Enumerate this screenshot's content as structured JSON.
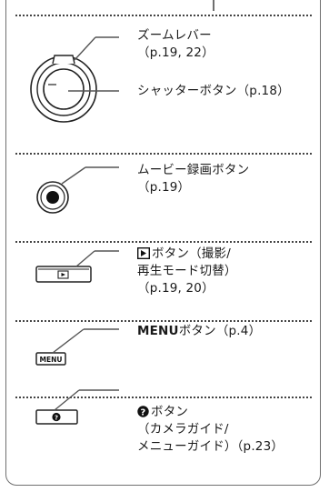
{
  "colors": {
    "line": "#6f6f6f",
    "ink": "#1a1a1a",
    "leader": "#555555"
  },
  "sections": [
    {
      "id": "zoom-shutter",
      "icon": "zoom-lever-shutter-button-icon",
      "labels": [
        {
          "line1": "ズームレバー",
          "line2": "（p.19, 22）"
        },
        {
          "line1": "シャッターボタン（p.18）"
        }
      ]
    },
    {
      "id": "movie",
      "icon": "movie-record-button-icon",
      "line1": "ムービー録画ボタン",
      "line2": "（p.19）"
    },
    {
      "id": "playback",
      "icon": "playback-button-icon",
      "line1": "ボタン（撮影/",
      "line2": "再生モード切替）",
      "line3": "（p.19, 20）"
    },
    {
      "id": "menu",
      "icon": "menu-button-icon",
      "button_text": "MENU",
      "bold": "MENU",
      "rest": "ボタン（p.4）"
    },
    {
      "id": "help",
      "icon": "help-button-icon",
      "line1": "ボタン",
      "line2": "（カメラガイド/",
      "line3": "メニューガイド）（p.23）"
    }
  ]
}
